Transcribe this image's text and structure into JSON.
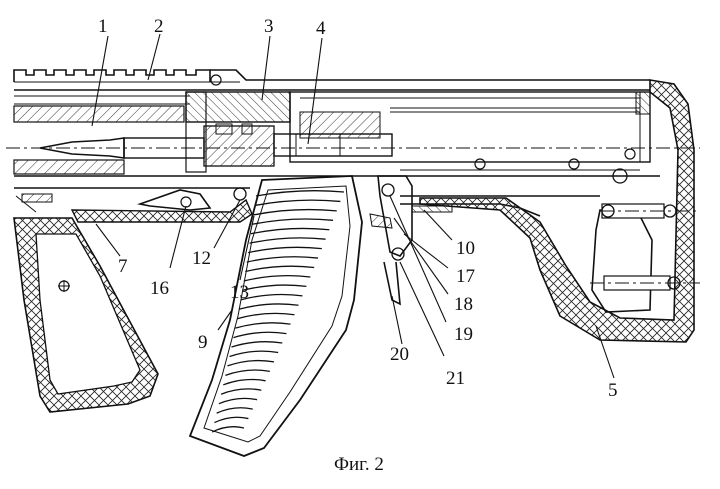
{
  "figure": {
    "caption": "Фиг. 2",
    "callouts": [
      {
        "id": "1",
        "text": "1"
      },
      {
        "id": "2",
        "text": "2"
      },
      {
        "id": "3",
        "text": "3"
      },
      {
        "id": "4",
        "text": "4"
      },
      {
        "id": "5",
        "text": "5"
      },
      {
        "id": "7",
        "text": "7"
      },
      {
        "id": "9",
        "text": "9"
      },
      {
        "id": "10",
        "text": "10"
      },
      {
        "id": "12",
        "text": "12"
      },
      {
        "id": "13",
        "text": "13"
      },
      {
        "id": "16",
        "text": "16"
      },
      {
        "id": "17",
        "text": "17"
      },
      {
        "id": "18",
        "text": "18"
      },
      {
        "id": "19",
        "text": "19"
      },
      {
        "id": "20",
        "text": "20"
      },
      {
        "id": "21",
        "text": "21"
      }
    ]
  },
  "colors": {
    "ink": "#111111",
    "paper": "#ffffff"
  }
}
